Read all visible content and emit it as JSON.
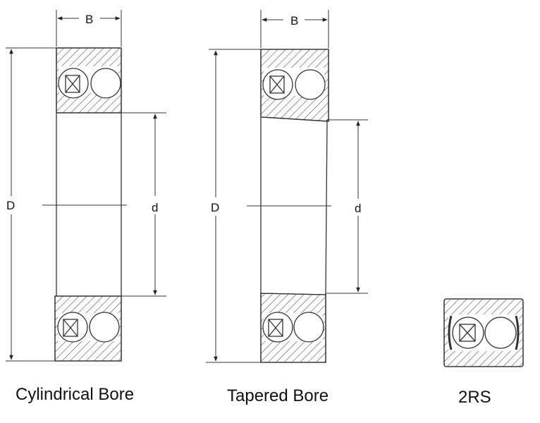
{
  "figures": {
    "cylindrical": {
      "caption": "Cylindrical Bore",
      "width_label": "B",
      "outer_diameter_label": "D",
      "bore_label": "d"
    },
    "tapered": {
      "caption": "Tapered Bore",
      "width_label": "B",
      "outer_diameter_label": "D",
      "bore_label": "d"
    },
    "sealed": {
      "caption": "2RS"
    }
  },
  "colors": {
    "line": "#333333",
    "hatch": "#444444",
    "background": "#ffffff"
  }
}
